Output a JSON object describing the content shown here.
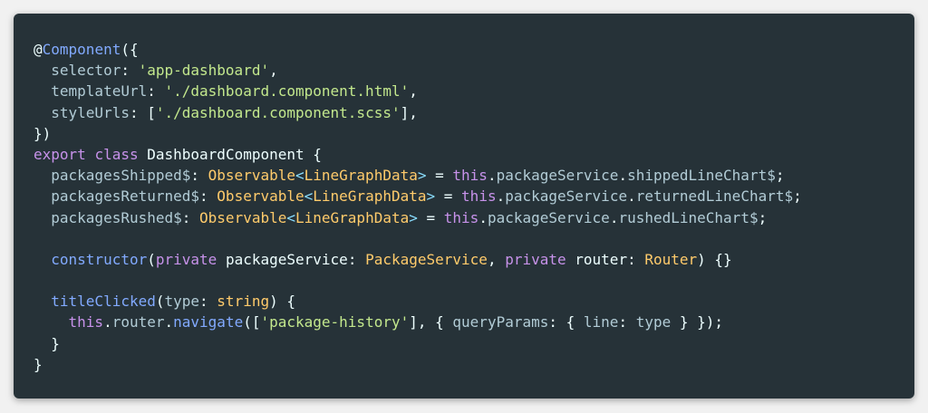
{
  "code": {
    "lines": [
      [
        {
          "t": "@",
          "c": "t-plain"
        },
        {
          "t": "Component",
          "c": "t-func"
        },
        {
          "t": "({",
          "c": "t-plain"
        }
      ],
      [
        {
          "t": "  selector",
          "c": "t-prop"
        },
        {
          "t": ": ",
          "c": "t-plain"
        },
        {
          "t": "'app-dashboard'",
          "c": "t-string"
        },
        {
          "t": ",",
          "c": "t-plain"
        }
      ],
      [
        {
          "t": "  templateUrl",
          "c": "t-prop"
        },
        {
          "t": ": ",
          "c": "t-plain"
        },
        {
          "t": "'./dashboard.component.html'",
          "c": "t-string"
        },
        {
          "t": ",",
          "c": "t-plain"
        }
      ],
      [
        {
          "t": "  styleUrls",
          "c": "t-prop"
        },
        {
          "t": ": [",
          "c": "t-plain"
        },
        {
          "t": "'./dashboard.component.scss'",
          "c": "t-string"
        },
        {
          "t": "],",
          "c": "t-plain"
        }
      ],
      [
        {
          "t": "})",
          "c": "t-plain"
        }
      ],
      [
        {
          "t": "export",
          "c": "t-keyword"
        },
        {
          "t": " ",
          "c": "t-plain"
        },
        {
          "t": "class",
          "c": "t-keyword"
        },
        {
          "t": " DashboardComponent {",
          "c": "t-plain"
        }
      ],
      [
        {
          "t": "  packagesShipped$",
          "c": "t-prop"
        },
        {
          "t": ": ",
          "c": "t-plain"
        },
        {
          "t": "Observable",
          "c": "t-type"
        },
        {
          "t": "<",
          "c": "t-punct"
        },
        {
          "t": "LineGraphData",
          "c": "t-type"
        },
        {
          "t": ">",
          "c": "t-punct"
        },
        {
          "t": " = ",
          "c": "t-plain"
        },
        {
          "t": "this",
          "c": "t-keyword"
        },
        {
          "t": ".",
          "c": "t-plain"
        },
        {
          "t": "packageService",
          "c": "t-prop"
        },
        {
          "t": ".",
          "c": "t-plain"
        },
        {
          "t": "shippedLineChart$",
          "c": "t-prop"
        },
        {
          "t": ";",
          "c": "t-plain"
        }
      ],
      [
        {
          "t": "  packagesReturned$",
          "c": "t-prop"
        },
        {
          "t": ": ",
          "c": "t-plain"
        },
        {
          "t": "Observable",
          "c": "t-type"
        },
        {
          "t": "<",
          "c": "t-punct"
        },
        {
          "t": "LineGraphData",
          "c": "t-type"
        },
        {
          "t": ">",
          "c": "t-punct"
        },
        {
          "t": " = ",
          "c": "t-plain"
        },
        {
          "t": "this",
          "c": "t-keyword"
        },
        {
          "t": ".",
          "c": "t-plain"
        },
        {
          "t": "packageService",
          "c": "t-prop"
        },
        {
          "t": ".",
          "c": "t-plain"
        },
        {
          "t": "returnedLineChart$",
          "c": "t-prop"
        },
        {
          "t": ";",
          "c": "t-plain"
        }
      ],
      [
        {
          "t": "  packagesRushed$",
          "c": "t-prop"
        },
        {
          "t": ": ",
          "c": "t-plain"
        },
        {
          "t": "Observable",
          "c": "t-type"
        },
        {
          "t": "<",
          "c": "t-punct"
        },
        {
          "t": "LineGraphData",
          "c": "t-type"
        },
        {
          "t": ">",
          "c": "t-punct"
        },
        {
          "t": " = ",
          "c": "t-plain"
        },
        {
          "t": "this",
          "c": "t-keyword"
        },
        {
          "t": ".",
          "c": "t-plain"
        },
        {
          "t": "packageService",
          "c": "t-prop"
        },
        {
          "t": ".",
          "c": "t-plain"
        },
        {
          "t": "rushedLineChart$",
          "c": "t-prop"
        },
        {
          "t": ";",
          "c": "t-plain"
        }
      ],
      [],
      [
        {
          "t": "  constructor",
          "c": "t-func"
        },
        {
          "t": "(",
          "c": "t-plain"
        },
        {
          "t": "private",
          "c": "t-keyword"
        },
        {
          "t": " ",
          "c": "t-plain"
        },
        {
          "t": "packageService",
          "c": "t-plain"
        },
        {
          "t": ": ",
          "c": "t-plain"
        },
        {
          "t": "PackageService",
          "c": "t-type"
        },
        {
          "t": ", ",
          "c": "t-plain"
        },
        {
          "t": "private",
          "c": "t-keyword"
        },
        {
          "t": " router: ",
          "c": "t-plain"
        },
        {
          "t": "Router",
          "c": "t-type"
        },
        {
          "t": ") {}",
          "c": "t-plain"
        }
      ],
      [],
      [
        {
          "t": "  titleClicked",
          "c": "t-func"
        },
        {
          "t": "(",
          "c": "t-plain"
        },
        {
          "t": "type",
          "c": "t-param"
        },
        {
          "t": ": ",
          "c": "t-plain"
        },
        {
          "t": "string",
          "c": "t-type"
        },
        {
          "t": ") {",
          "c": "t-plain"
        }
      ],
      [
        {
          "t": "    this",
          "c": "t-keyword"
        },
        {
          "t": ".",
          "c": "t-plain"
        },
        {
          "t": "router",
          "c": "t-prop"
        },
        {
          "t": ".",
          "c": "t-plain"
        },
        {
          "t": "navigate",
          "c": "t-func"
        },
        {
          "t": "([",
          "c": "t-plain"
        },
        {
          "t": "'package-history'",
          "c": "t-string"
        },
        {
          "t": "], { ",
          "c": "t-plain"
        },
        {
          "t": "queryParams",
          "c": "t-prop"
        },
        {
          "t": ": { ",
          "c": "t-plain"
        },
        {
          "t": "line",
          "c": "t-prop"
        },
        {
          "t": ": ",
          "c": "t-plain"
        },
        {
          "t": "type",
          "c": "t-prop"
        },
        {
          "t": " } });",
          "c": "t-plain"
        }
      ],
      [
        {
          "t": "  }",
          "c": "t-plain"
        }
      ],
      [
        {
          "t": "}",
          "c": "t-plain"
        }
      ]
    ]
  },
  "colors": {
    "background": "#263238",
    "page": "#f1f1f1",
    "keyword": "#c792ea",
    "string": "#c3e88d",
    "type": "#ffcb6b",
    "function": "#82aaff",
    "property": "#b2ccd6",
    "text": "#eeffff"
  }
}
